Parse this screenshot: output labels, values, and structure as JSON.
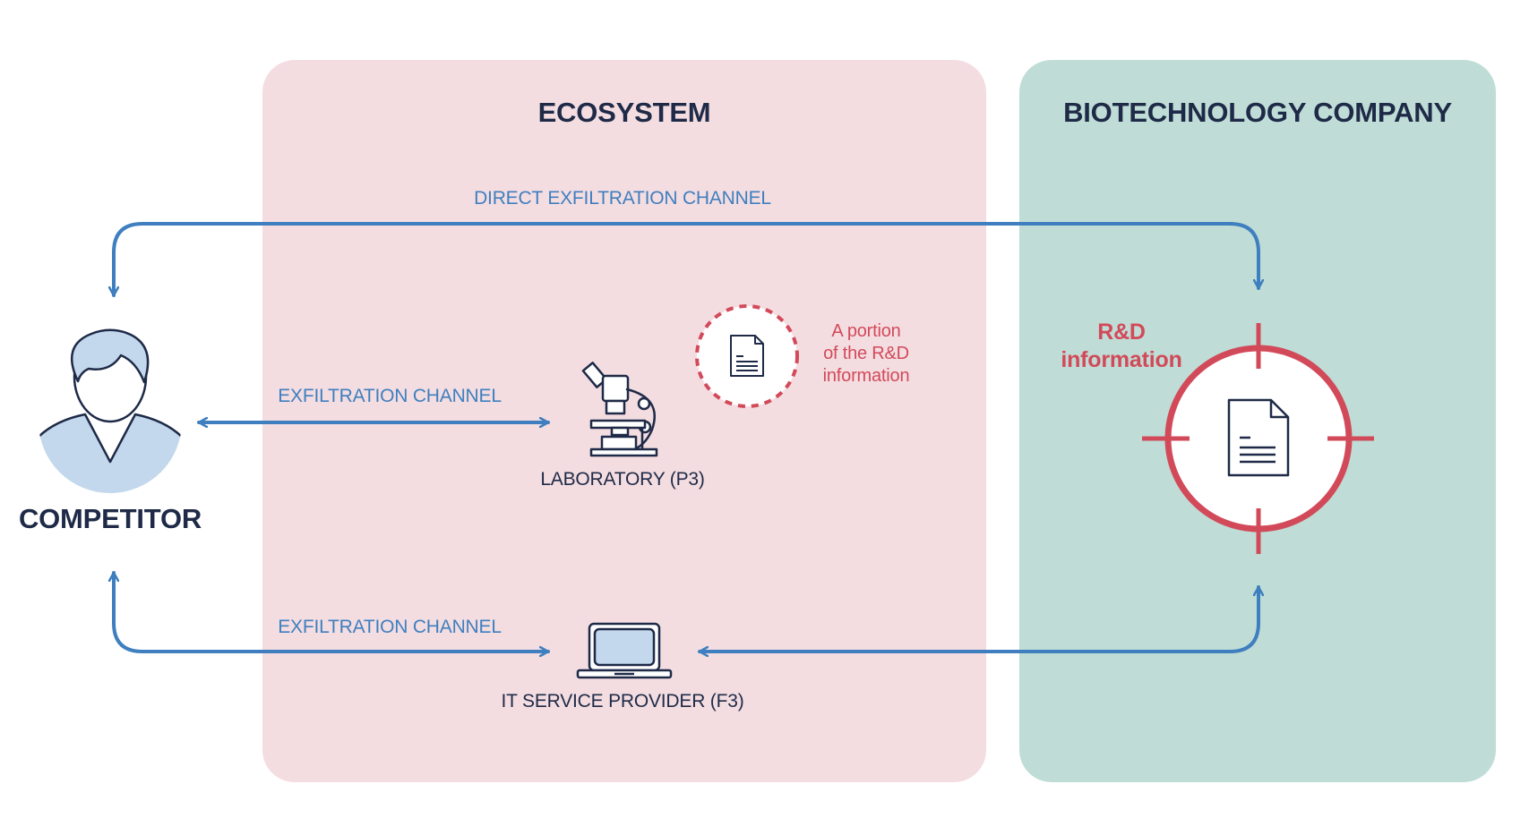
{
  "colors": {
    "ecosystem_bg": "#f4dde1",
    "company_bg": "#bfddd6",
    "arrow": "#3f7fbf",
    "target": "#d24a5a",
    "navy": "#1e2a47",
    "person_fill": "#c3d8ec"
  },
  "panels": {
    "ecosystem": {
      "title": "ECOSYSTEM"
    },
    "company": {
      "title": "BIOTECHNOLOGY COMPANY"
    }
  },
  "channels": {
    "direct": "DIRECT EXFILTRATION CHANNEL",
    "top": "EXFILTRATION CHANNEL",
    "bottom": "EXFILTRATION CHANNEL"
  },
  "nodes": {
    "competitor": "COMPETITOR",
    "laboratory": "LABORATORY (P3)",
    "it_provider": "IT SERVICE PROVIDER (F3)"
  },
  "annotations": {
    "portion": "A portion\nof the R&D\ninformation",
    "rd_info": "R&D\ninformation"
  },
  "icons": [
    "person-icon",
    "microscope-icon",
    "laptop-icon",
    "document-icon",
    "target-icon"
  ]
}
